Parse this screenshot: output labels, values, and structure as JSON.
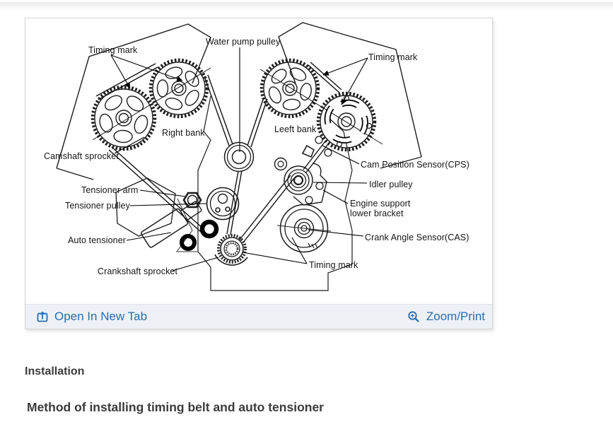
{
  "figure": {
    "labels": {
      "timing_mark_left": "Timing mark",
      "water_pump_pulley": "Water pump pulley",
      "timing_mark_right": "Timing mark",
      "right_bank": "Right bank",
      "left_bank": "Leeft bank",
      "camshaft_sprocket": "Camshaft sprocket",
      "cam_position_sensor": "Cam Position Sensor(CPS)",
      "idler_pulley": "Idler pulley",
      "engine_support_line1": "Engine support",
      "engine_support_line2": "lower bracket",
      "crank_angle_sensor": "Crank Angle Sensor(CAS)",
      "timing_mark_bottom": "Timing mark",
      "tensioner_arm": "Tensioner arm",
      "tensioner_pulley": "Tensioner pulley",
      "auto_tensioner": "Auto tensioner",
      "crankshaft_sprocket": "Crankshaft sprocket"
    }
  },
  "toolbar": {
    "open_in_new_tab": "Open In New Tab",
    "zoom_print": "Zoom/Print",
    "link_color": "#2b6cb0",
    "bar_bg": "#edf0f5"
  },
  "content": {
    "heading": "Installation",
    "subheading": "Method of installing timing belt and auto tensioner"
  }
}
